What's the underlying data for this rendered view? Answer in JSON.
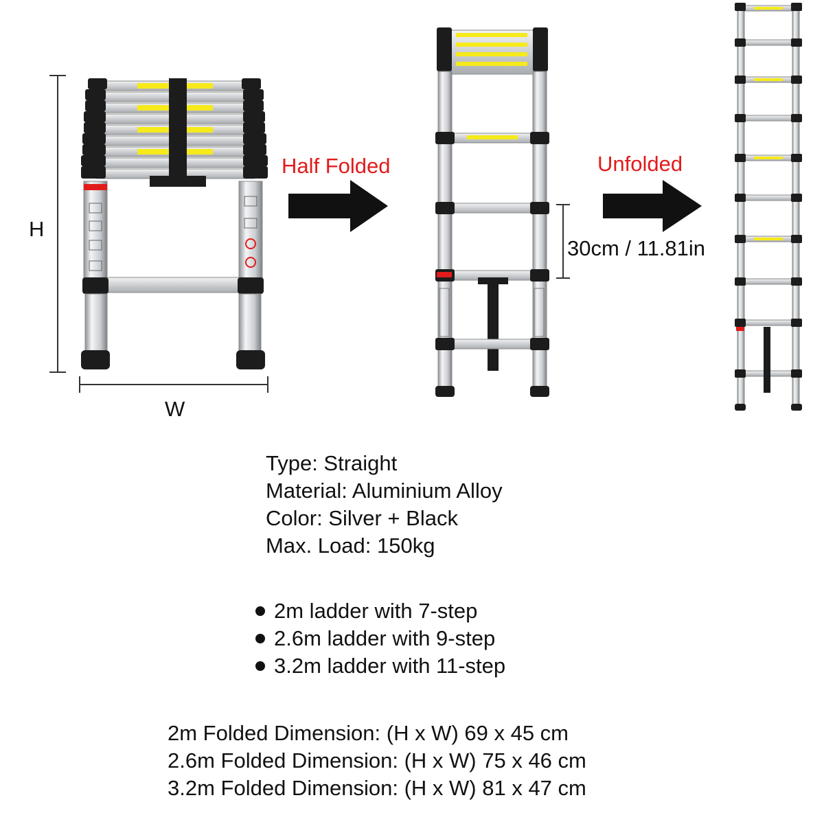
{
  "labels": {
    "height": "H",
    "width": "W",
    "half_folded": "Half Folded",
    "unfolded": "Unfolded",
    "step_spacing": "30cm / 11.81in"
  },
  "specs": [
    "Type: Straight",
    "Material: Aluminium Alloy",
    "Color: Silver + Black",
    "Max. Load: 150kg"
  ],
  "models": [
    "2m ladder with 7-step",
    "2.6m ladder with 9-step",
    "3.2m ladder with 11-step"
  ],
  "folded_dimensions": [
    "2m Folded Dimension: (H x W) 69 x 45 cm",
    "2.6m Folded Dimension: (H x W) 75 x 46 cm",
    "3.2m Folded Dimension: (H x W) 81 x 47 cm"
  ],
  "colors": {
    "accent_red": "#e21b1b",
    "aluminium": "#d6d9dc",
    "rung_black": "#1c1c1c",
    "label_yellow": "#f6ea1a"
  }
}
